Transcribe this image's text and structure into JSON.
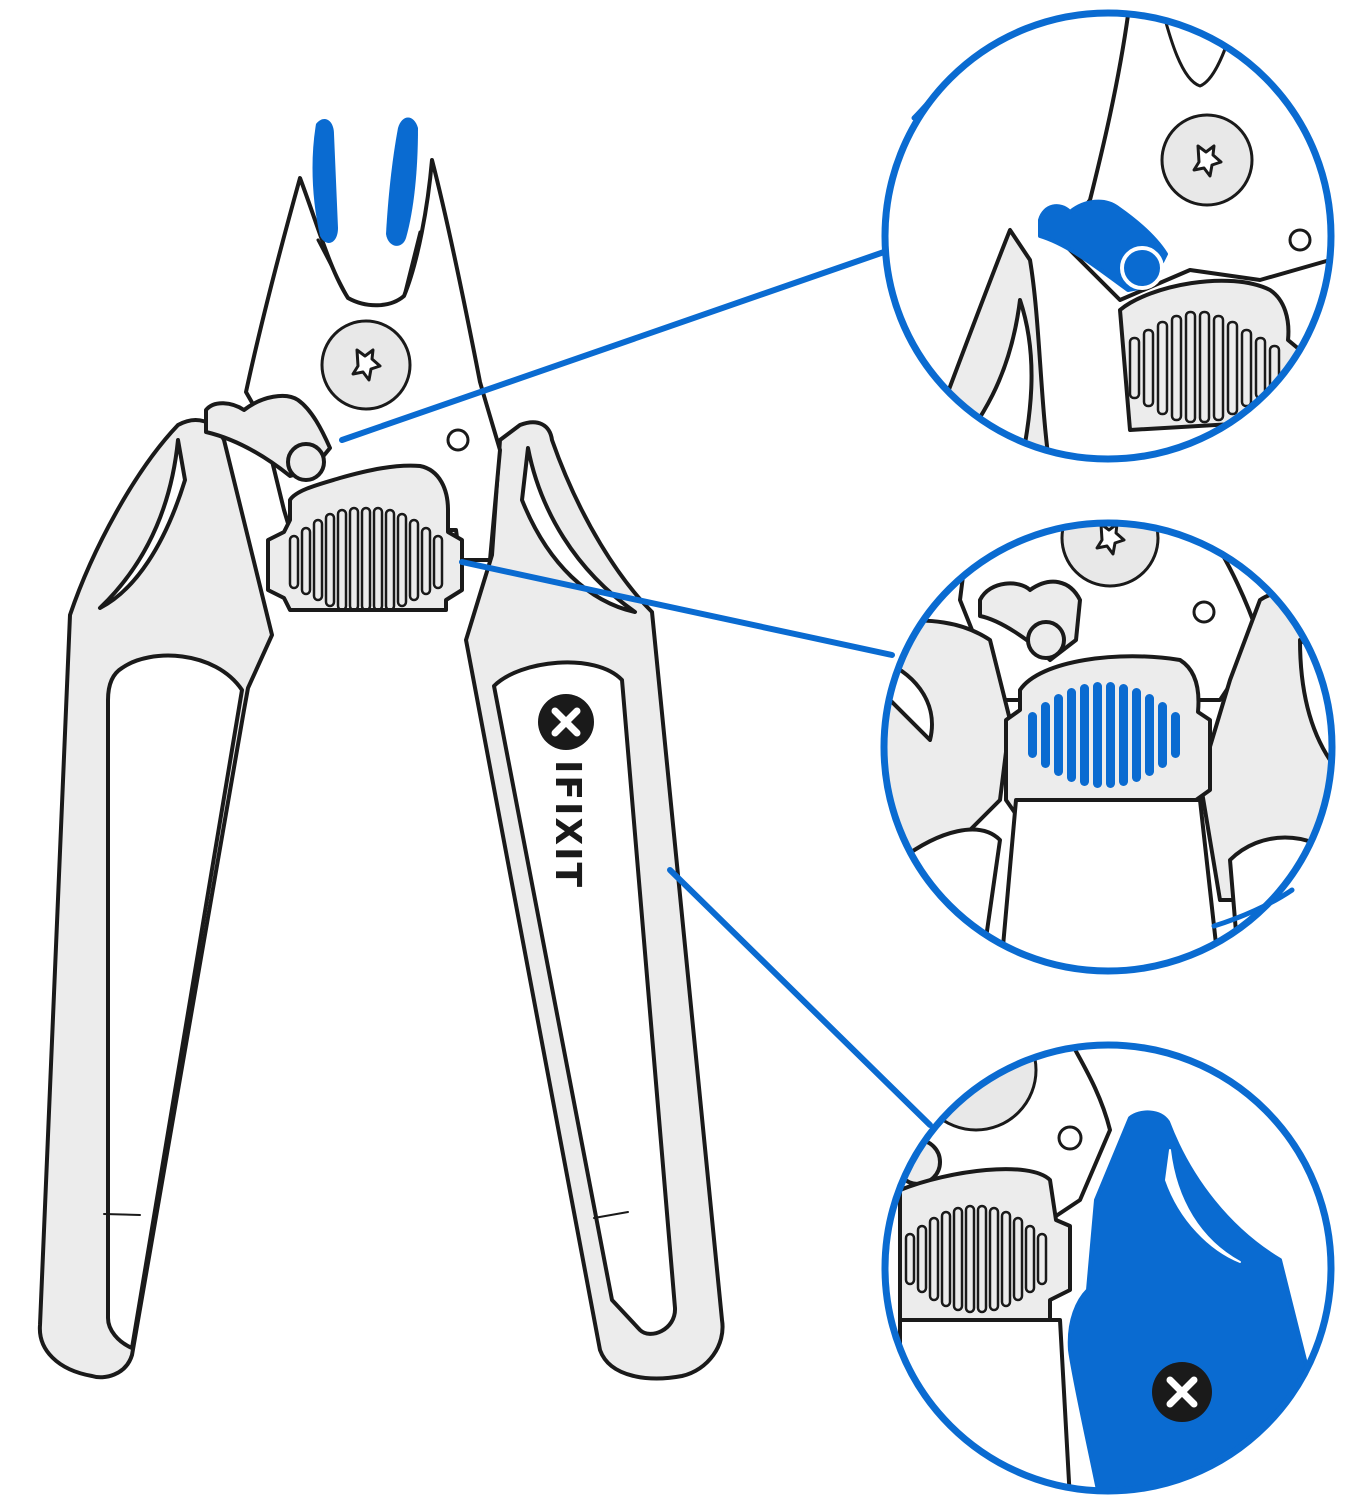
{
  "brand": {
    "name": "IFIXIT",
    "logo": "ifixit-cross-logo"
  },
  "colors": {
    "accent": "#0A6BD1",
    "outline": "#1a1a1a",
    "handle_fill": "#ececec",
    "background": "#ffffff"
  },
  "callouts": [
    {
      "feature": "pivot-lock-latch",
      "icon": "latch-icon"
    },
    {
      "feature": "return-spring",
      "icon": "spring-icon"
    },
    {
      "feature": "ergonomic-handle-grip",
      "icon": "handle-icon"
    }
  ]
}
